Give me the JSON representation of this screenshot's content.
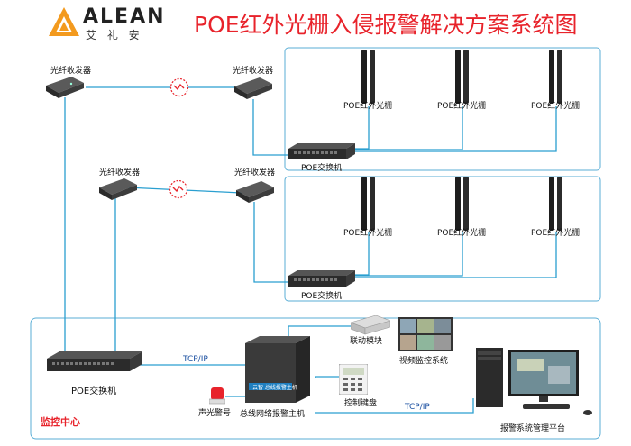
{
  "logo": {
    "brand": "ALEAN",
    "brand_cn": "艾 礼 安",
    "icon": "alean-logo-icon"
  },
  "title": "POE红外光栅入侵报警解决方案系统图",
  "labels": {
    "transceiver": "光纤收发器",
    "beam": "POE红外光栅",
    "poe_switch": "POE交换机",
    "tcp_ip": "TCP/IP",
    "linkage_module": "联动模块",
    "video_system": "视频监控系统",
    "keypad": "控制键盘",
    "siren": "声光警号",
    "alarm_host": "总线网络报警主机",
    "host_panel_text": "云智·总线报警主机",
    "platform": "报警系统管理平台",
    "monitor_center": "监控中心"
  },
  "colors": {
    "title_red": "#e8232b",
    "line_blue": "#2a9fd0",
    "box_border": "#5aaed6",
    "device_dark": "#2b2b2b",
    "tcp_blue": "#1a4fa0"
  },
  "icons": [
    "fiber-transceiver-icon",
    "fiber-link-icon",
    "infrared-beam-icon",
    "poe-switch-icon",
    "alarm-host-icon",
    "siren-icon",
    "keypad-icon",
    "linkage-module-icon",
    "video-wall-icon",
    "computer-icon"
  ]
}
